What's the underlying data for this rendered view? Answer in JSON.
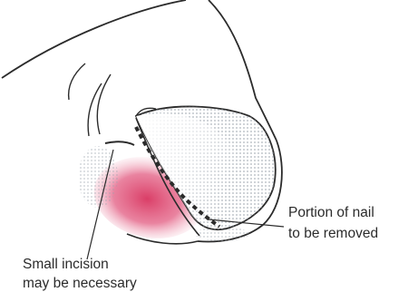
{
  "annotations": {
    "nail_portion": {
      "line1": "Portion of nail",
      "line2": "to be removed"
    },
    "incision": {
      "line1": "Small incision",
      "line2": "may be necessary"
    }
  },
  "colors": {
    "outline": "#2b2b2b",
    "inflammation": "#d8345f",
    "nail_shade": "#b8bec6",
    "background": "#ffffff"
  }
}
